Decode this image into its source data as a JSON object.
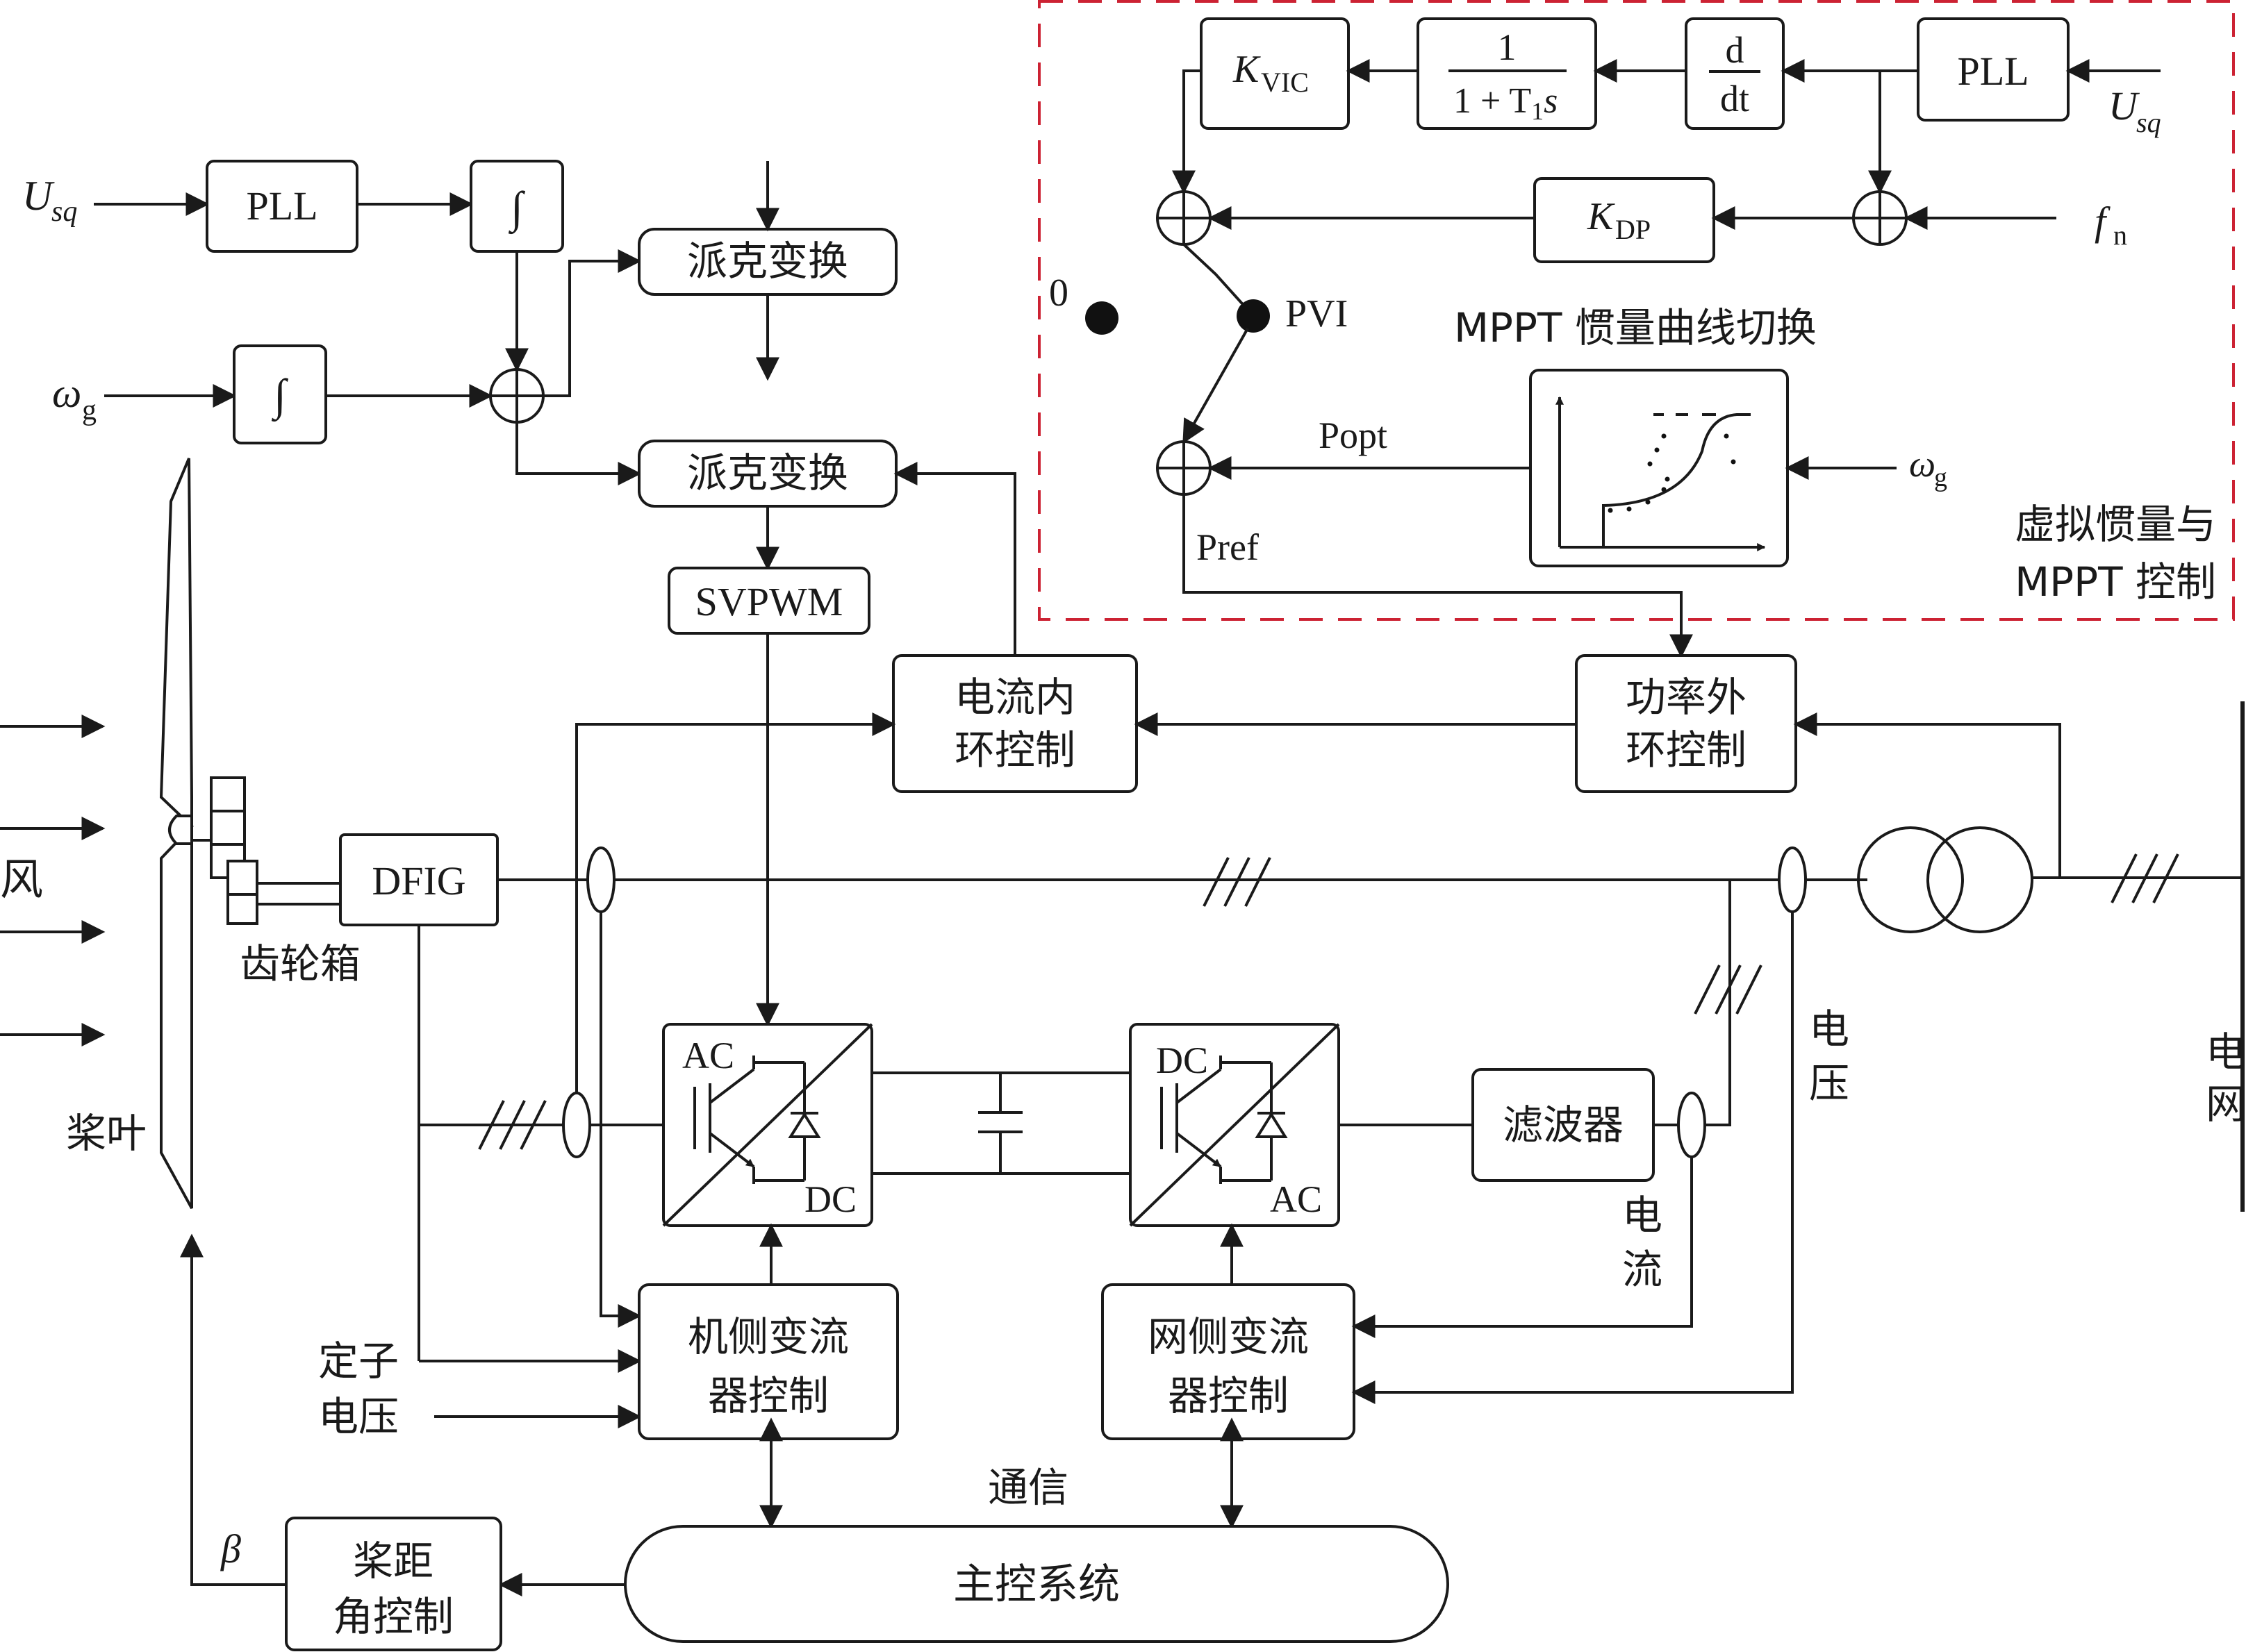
{
  "labels": {
    "usq_left": "U",
    "usq_sub": "sq",
    "pll_left": "PLL",
    "int_top": "∫",
    "omega_g_left": "ω",
    "g_sub": "g",
    "int_bottom": "∫",
    "park1": "派克变换",
    "park2": "派克变换",
    "svpwm": "SVPWM",
    "current_loop_1": "电流内",
    "current_loop_2": "环控制",
    "power_loop_1": "功率外",
    "power_loop_2": "环控制",
    "wind": "风",
    "gearbox": "齿轮箱",
    "dfig": "DFIG",
    "blade": "桨叶",
    "ac_left": "AC",
    "dc_left": "DC",
    "dc_right": "DC",
    "ac_right": "AC",
    "filter": "滤波器",
    "voltage_1": "电",
    "voltage_2": "压",
    "current_1": "电",
    "current_2": "流",
    "grid_1": "电",
    "grid_2": "网",
    "stator_1": "定子",
    "stator_2": "电压",
    "msc_1": "机侧变流",
    "msc_2": "器控制",
    "gsc_1": "网侧变流",
    "gsc_2": "器控制",
    "comm": "通信",
    "main_ctrl": "主控系统",
    "pitch_1": "桨距",
    "pitch_2": "角控制",
    "beta": "β"
  },
  "vi_panel": {
    "kvic": "K",
    "kvic_sub": "VIC",
    "tf_num": "1",
    "tf_den": "1 + T",
    "tf_den_sub": "1",
    "tf_den_s": "s",
    "deriv_num": "d",
    "deriv_den": "dt",
    "pll": "PLL",
    "usq": "U",
    "usq_sub": "sq",
    "kdp": "K",
    "kdp_sub": "DP",
    "fn": "f",
    "fn_sub": "n",
    "zero": "0",
    "pvi": "PVI",
    "mppt_switch": "MPPT 惯量曲线切换",
    "popt": "Popt",
    "pref": "Pref",
    "omega": "ω",
    "omega_sub": "g",
    "title_1": "虚拟惯量与",
    "title_2": "MPPT 控制"
  },
  "colors": {
    "dashed_border": "#cc2233",
    "line": "#1a1a1a"
  }
}
